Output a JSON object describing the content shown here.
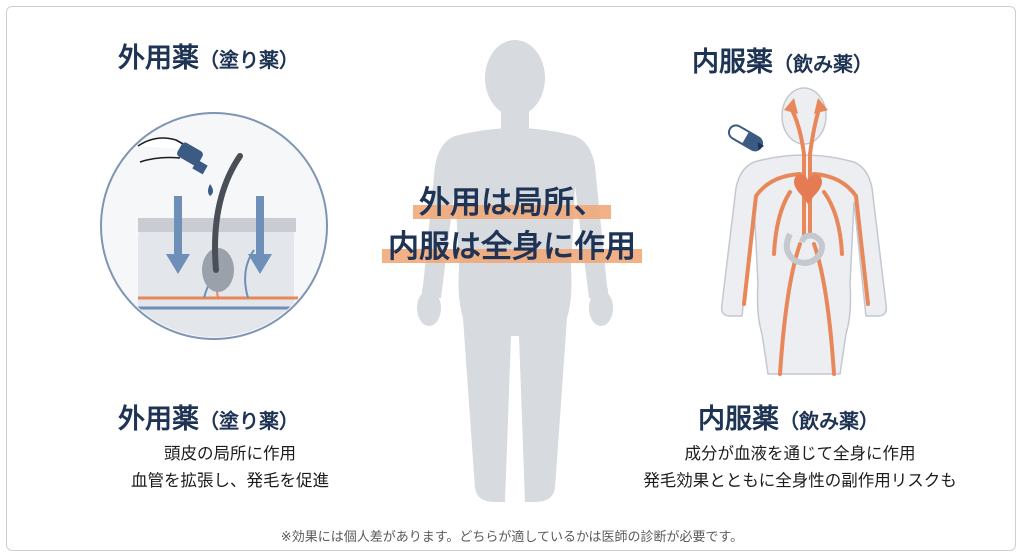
{
  "left": {
    "top_title_main": "外用薬",
    "top_title_paren": "（塗り薬）",
    "bottom_title_main": "外用薬",
    "bottom_title_paren": "（塗り薬）",
    "desc_lines": [
      "頭皮の局所に作用",
      "血管を拡張し、発毛を促進"
    ]
  },
  "right": {
    "top_title_main": "内服薬",
    "top_title_paren": "（飲み薬）",
    "bottom_title_main": "内服薬",
    "bottom_title_paren": "（飲み薬）",
    "desc_lines": [
      "成分が血液を通じて全身に作用",
      "発毛効果とともに全身性の副作用リスクも"
    ]
  },
  "center": {
    "line1": "外用は局所、",
    "line2": "内服は全身に作用"
  },
  "footnote": "※効果には個人差があります。どちらが適しているかは医師の診断が必要です。",
  "colors": {
    "navy": "#1f3454",
    "orange": "#e8875a",
    "highlight": "#f1a97a",
    "body_gray": "#d7dade",
    "arrow_blue": "#6e8fb8"
  },
  "icons": [
    "dropper-icon",
    "pill-capsule-icon",
    "heart-icon",
    "stomach-icon",
    "hair-follicle-icon"
  ]
}
